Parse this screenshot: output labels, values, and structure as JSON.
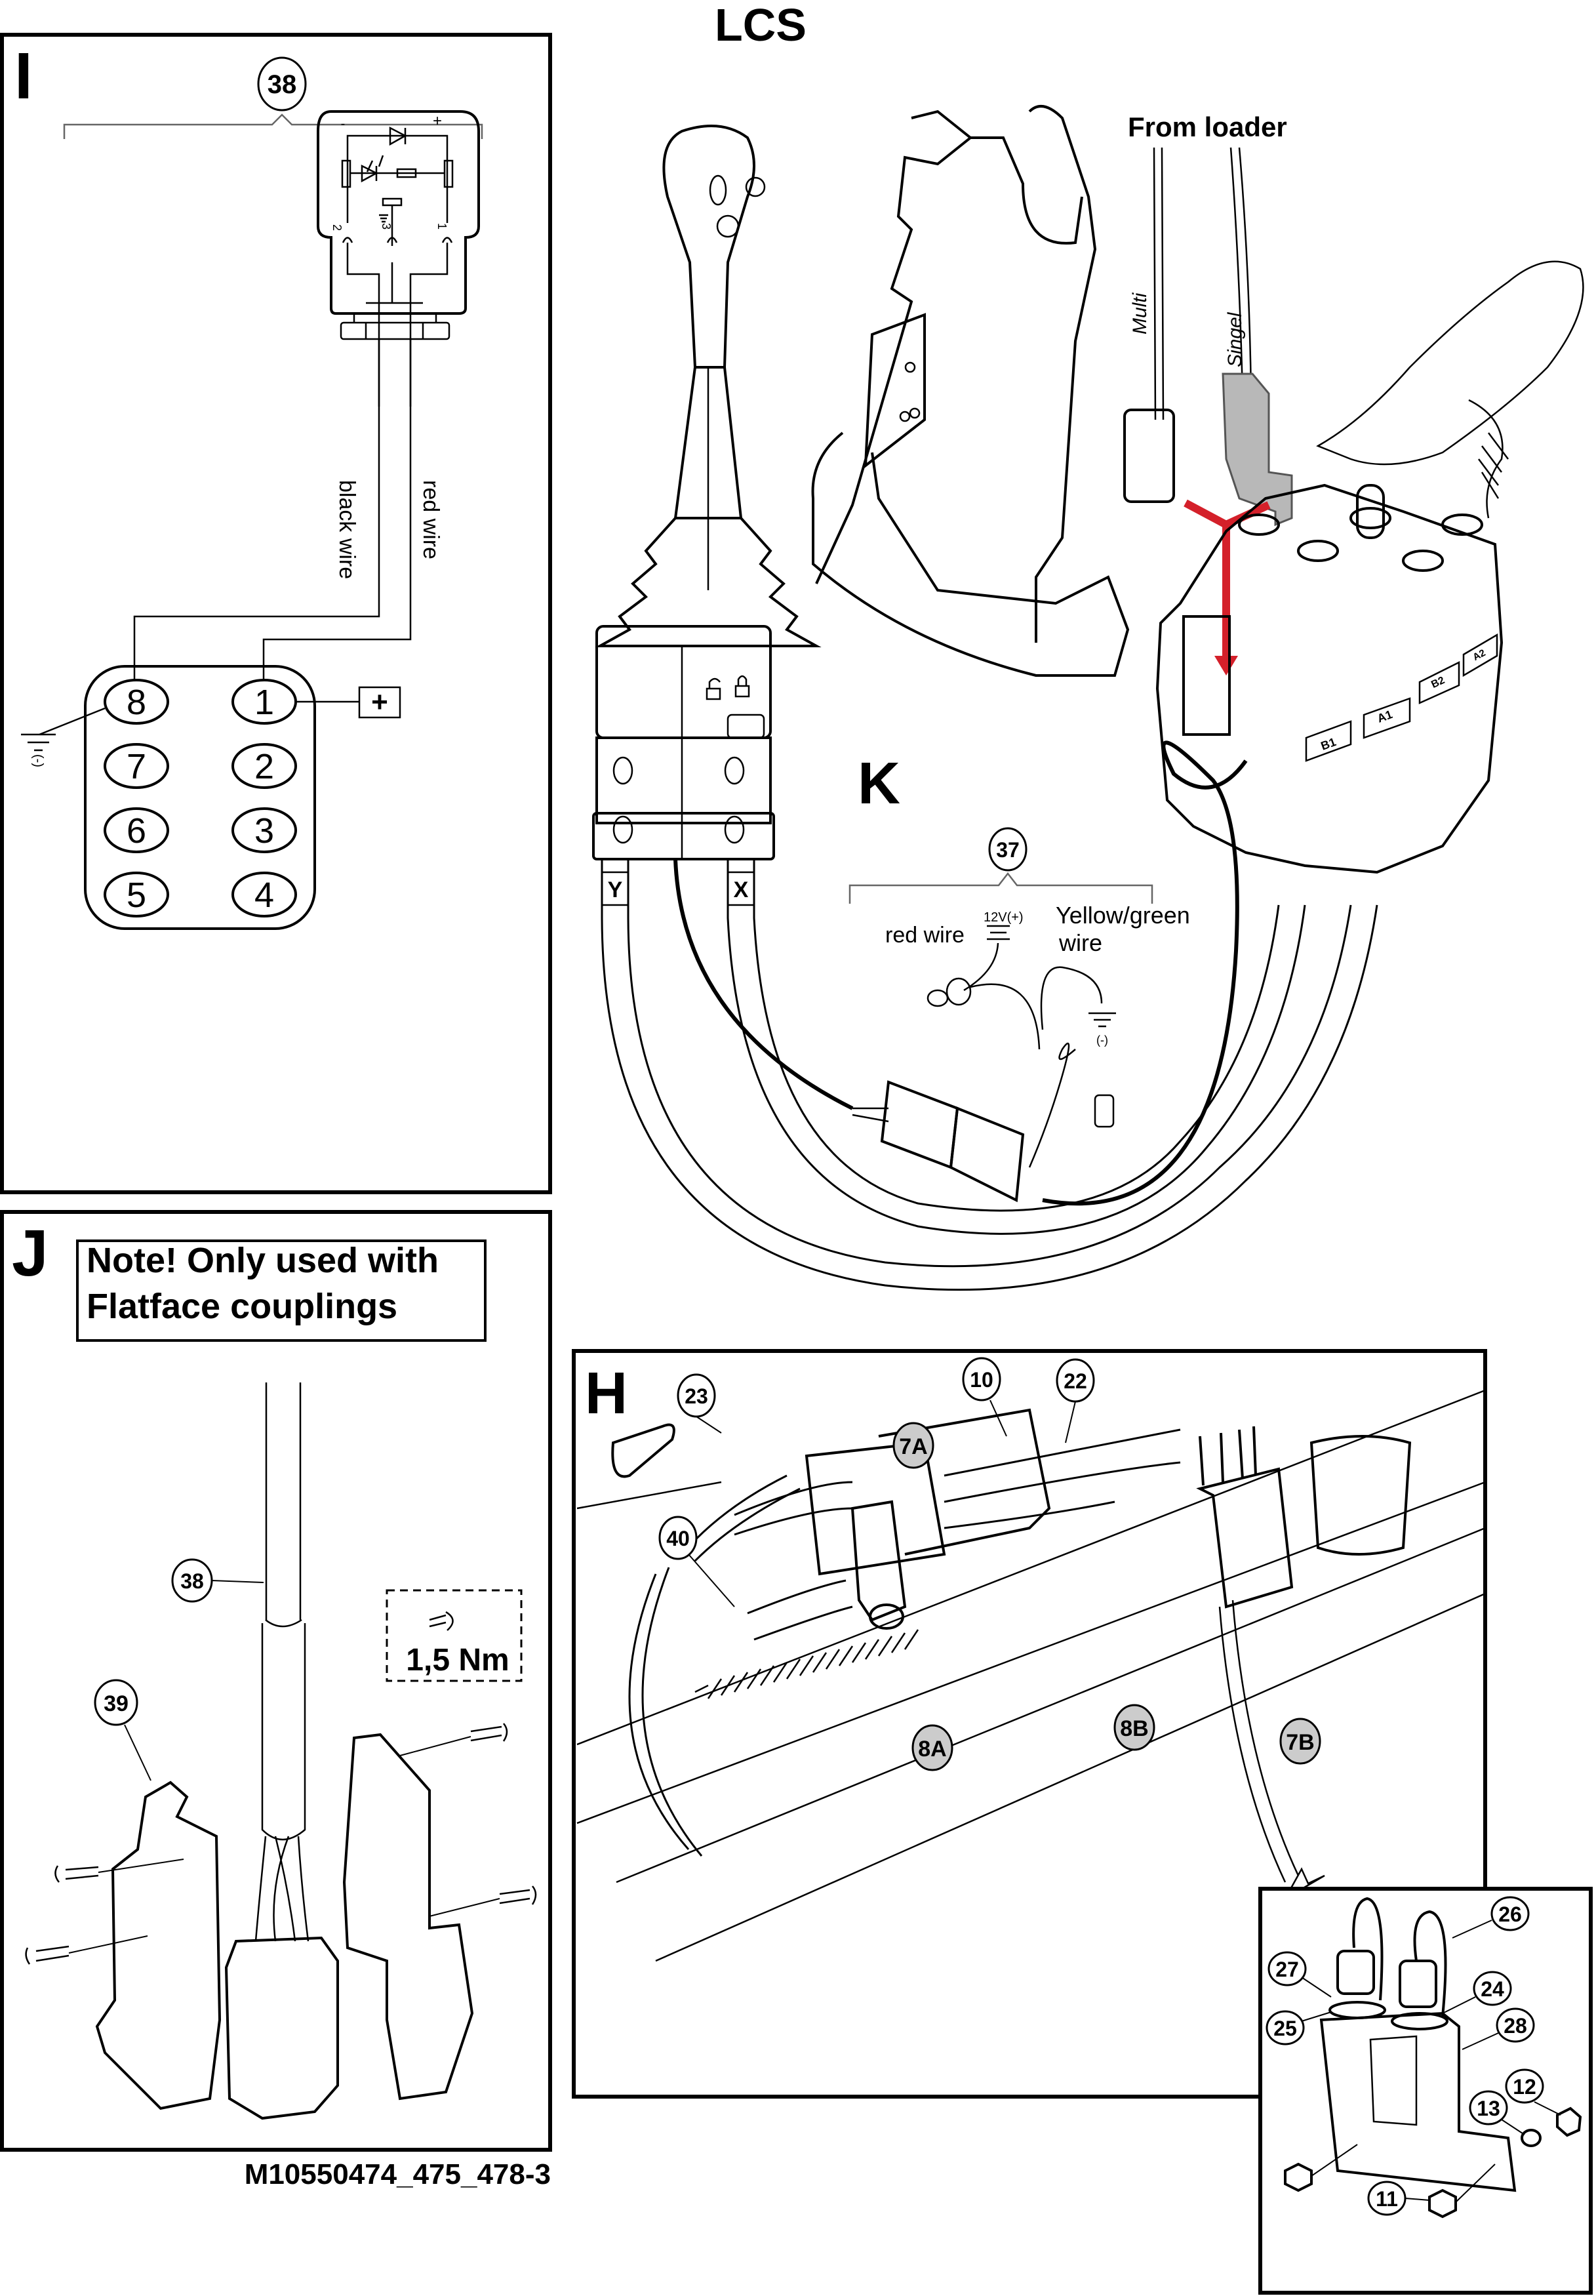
{
  "document": {
    "title": "LCS",
    "drawing_number": "M10550474_475_478-3",
    "colors": {
      "line": "#000000",
      "highlight_arrow": "#d4202a",
      "callout_grey": "#cccccc",
      "connector_grey": "#b8b8b8",
      "background": "#ffffff"
    }
  },
  "panel_I": {
    "label": "I",
    "callout": "38",
    "circuit": {
      "minus_sign": "-",
      "plus_sign": "+",
      "pin_labels": [
        "2",
        "3",
        "1"
      ]
    },
    "wire_labels": [
      "black wire",
      "red wire"
    ],
    "connector_pins": {
      "left_column": [
        "8",
        "7",
        "6",
        "5"
      ],
      "right_column": [
        "1",
        "2",
        "3",
        "4"
      ]
    },
    "plus_terminal": "+",
    "ground_label": "(-)"
  },
  "panel_K": {
    "label": "K",
    "callout": "37",
    "red_wire_label": "red wire",
    "supply_label": "12V(+)",
    "yg_wire_label_line1": "Yellow/green",
    "yg_wire_label_line2": "wire",
    "ground_label": "(-)"
  },
  "lcs_view": {
    "from_loader_label": "From loader",
    "multi_label": "Multi",
    "singel_label": "Singel",
    "hose_labels": [
      "Y",
      "X"
    ],
    "valve_tags": [
      "B1",
      "A1",
      "B2",
      "A2"
    ]
  },
  "panel_J": {
    "label": "J",
    "note_line1": "Note! Only used with",
    "note_line2": "Flatface couplings",
    "callouts": [
      "38",
      "39"
    ],
    "torque": "1,5 Nm"
  },
  "panel_H": {
    "label": "H",
    "callouts_white": [
      "23",
      "10",
      "22",
      "40"
    ],
    "callouts_grey": [
      "7A",
      "8A",
      "8B",
      "7B"
    ]
  },
  "inset": {
    "callouts": [
      "26",
      "27",
      "24",
      "25",
      "28",
      "12",
      "13",
      "11"
    ]
  }
}
